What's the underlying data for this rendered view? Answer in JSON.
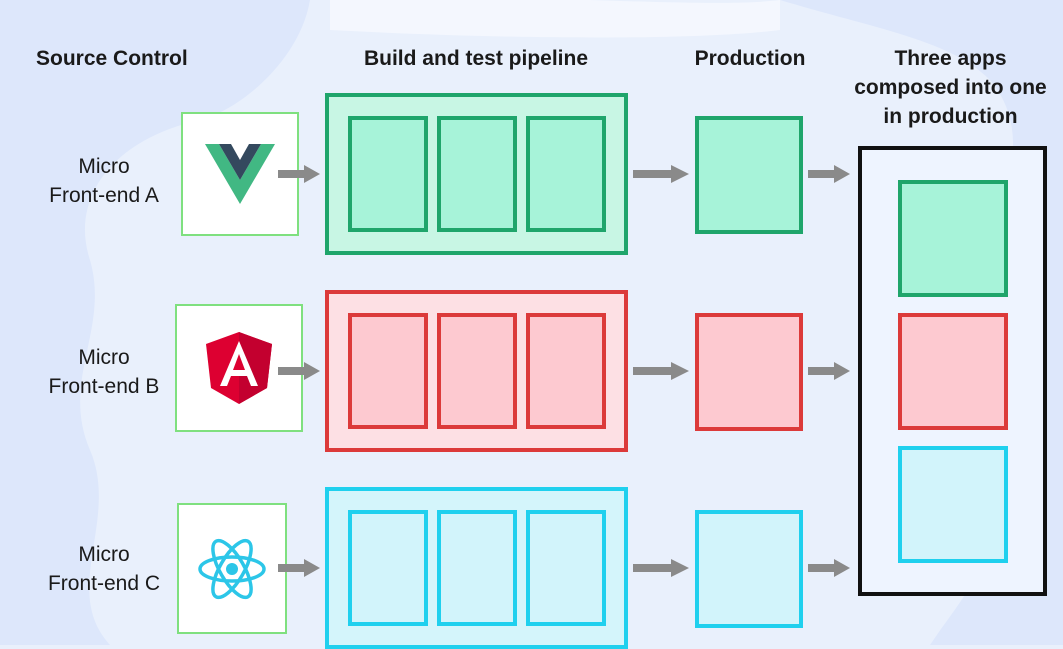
{
  "headers": {
    "source_control": "Source Control",
    "pipeline": "Build and test pipeline",
    "production": "Production",
    "composed_line1": "Three apps",
    "composed_line2": "composed into one",
    "composed_line3": "in production"
  },
  "rows": [
    {
      "label_line1": "Micro",
      "label_line2": "Front-end A",
      "framework_icon": "vue-logo-icon",
      "color": "#1fa56b"
    },
    {
      "label_line1": "Micro",
      "label_line2": "Front-end B",
      "framework_icon": "angular-logo-icon",
      "color": "#dc3a3a"
    },
    {
      "label_line1": "Micro",
      "label_line2": "Front-end C",
      "framework_icon": "react-logo-icon",
      "color": "#1fd0ee"
    }
  ],
  "arrow_color": "#8a8a8a"
}
